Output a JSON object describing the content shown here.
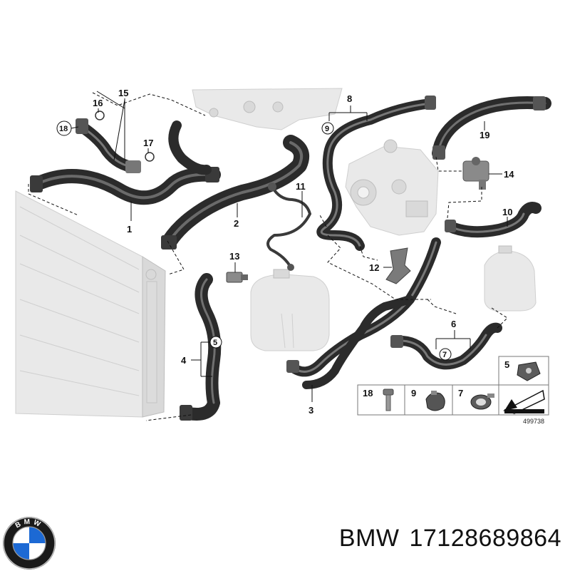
{
  "diagram": {
    "part_callouts": [
      "1",
      "2",
      "3",
      "4",
      "5",
      "6",
      "7",
      "8",
      "9",
      "10",
      "11",
      "12",
      "13",
      "14",
      "15",
      "16",
      "17",
      "18",
      "19"
    ],
    "legend": {
      "items": [
        "18",
        "9",
        "7",
        "5"
      ]
    },
    "figure_number": "499738"
  },
  "footer": {
    "brand": "BMW",
    "part_number": "17128689864",
    "logo_letters": "BMW"
  },
  "colors": {
    "hose": "#2b2b2b",
    "hose_highlight": "#777777",
    "ghost_parts": "#e6e6e6",
    "logo_blue": "#1c69d4",
    "logo_ring": "#1a1a1a"
  }
}
